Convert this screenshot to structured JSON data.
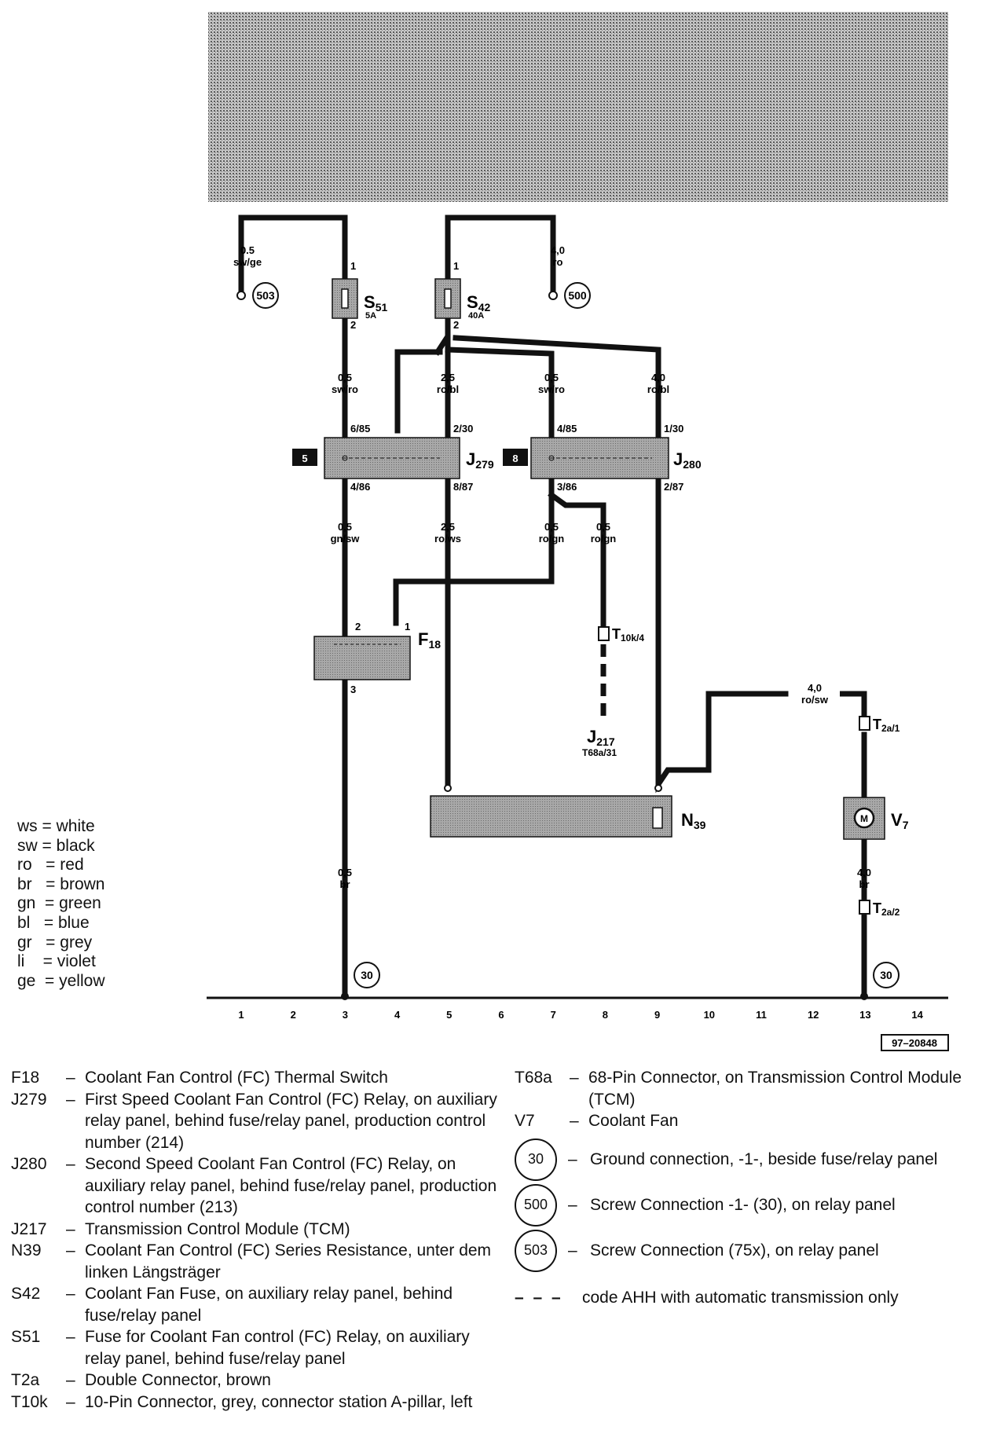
{
  "diagram": {
    "ref_number": "97–20848",
    "column_numbers": [
      "1",
      "2",
      "3",
      "4",
      "5",
      "6",
      "7",
      "8",
      "9",
      "10",
      "11",
      "12",
      "13",
      "14"
    ],
    "wire_labels": [
      {
        "gauge": "0.5",
        "color": "sw/ge"
      },
      {
        "gauge": "4,0",
        "color": "ro"
      },
      {
        "gauge": "0,5",
        "color": "sw/ro"
      },
      {
        "gauge": "2,5",
        "color": "ro/bl"
      },
      {
        "gauge": "0,5",
        "color": "sw/ro"
      },
      {
        "gauge": "4,0",
        "color": "ro/bl"
      },
      {
        "gauge": "0,5",
        "color": "gn/sw"
      },
      {
        "gauge": "2,5",
        "color": "ro/ws"
      },
      {
        "gauge": "0,5",
        "color": "ro/gn"
      },
      {
        "gauge": "0,5",
        "color": "ro/gn"
      },
      {
        "gauge": "4,0",
        "color": "ro/sw"
      },
      {
        "gauge": "4,0",
        "color": "ro/sw"
      },
      {
        "gauge": "0,5",
        "color": "br"
      },
      {
        "gauge": "4,0",
        "color": "br"
      }
    ],
    "components": {
      "S51": {
        "label": "S",
        "sub": "51",
        "rating": "5A"
      },
      "S42": {
        "label": "S",
        "sub": "42",
        "rating": "40A"
      },
      "J279": {
        "label": "J",
        "sub": "279",
        "badge": "5"
      },
      "J280": {
        "label": "J",
        "sub": "280",
        "badge": "8"
      },
      "F18": {
        "label": "F",
        "sub": "18"
      },
      "N39": {
        "label": "N",
        "sub": "39"
      },
      "V7": {
        "label": "V",
        "sub": "7"
      },
      "J217": {
        "label": "J",
        "sub": "217",
        "pin": "T68a/31"
      },
      "T10k": {
        "label": "T",
        "sub": "10k/4"
      },
      "T2a1": {
        "label": "T",
        "sub": "2a/1"
      },
      "T2a2": {
        "label": "T",
        "sub": "2a/2"
      }
    },
    "pins": {
      "s51_top": "1",
      "s51_bot": "2",
      "s42_top": "1",
      "s42_bot": "2",
      "j279_6": "6/85",
      "j279_2": "2/30",
      "j279_4": "4/86",
      "j279_8": "8/87",
      "j280_4": "4/85",
      "j280_1": "1/30",
      "j280_3": "3/86",
      "j280_2": "2/87",
      "f18_2": "2",
      "f18_1": "1",
      "f18_3": "3"
    },
    "ground_circles": {
      "g503": "503",
      "g500": "500",
      "g30a": "30",
      "g30b": "30"
    }
  },
  "color_legend": [
    "ws = white",
    "sw = black",
    "ro   = red",
    "br   = brown",
    "gn  = green",
    "bl   = blue",
    "gr   = grey",
    "li    = violet",
    "ge  = yellow"
  ],
  "legend_left": [
    {
      "code": "F18",
      "text": "Coolant Fan Control (FC) Thermal Switch"
    },
    {
      "code": "J279",
      "text": "First Speed Coolant Fan Control (FC) Relay, on auxiliary relay panel, behind fuse/relay panel, production control number (214)"
    },
    {
      "code": "J280",
      "text": "Second Speed Coolant Fan Control (FC) Relay, on auxiliary relay panel, behind fuse/relay panel, production control number (213)"
    },
    {
      "code": "J217",
      "text": "Transmission Control Module (TCM)"
    },
    {
      "code": "N39",
      "text": "Coolant Fan Control (FC) Series Resistance, unter dem linken Längsträger"
    },
    {
      "code": "S42",
      "text": "Coolant Fan Fuse, on auxiliary relay panel, behind fuse/relay panel"
    },
    {
      "code": "S51",
      "text": "Fuse for Coolant Fan control (FC) Relay, on auxiliary relay panel, behind fuse/relay panel"
    },
    {
      "code": "T2a",
      "text": "Double Connector, brown"
    },
    {
      "code": "T10k",
      "text": "10-Pin Connector, grey, connector station A-pillar, left"
    }
  ],
  "legend_right": [
    {
      "code": "T68a",
      "text": "68-Pin Connector, on Transmission Control Module (TCM)"
    },
    {
      "code": "V7",
      "text": "Coolant Fan"
    }
  ],
  "legend_symbols": [
    {
      "badge": "30",
      "text": "Ground connection, -1-, beside fuse/relay panel"
    },
    {
      "badge": "500",
      "text": "Screw Connection -1- (30), on relay panel"
    },
    {
      "badge": "503",
      "text": "Screw Connection (75x), on relay panel"
    }
  ],
  "legend_dashed": {
    "symbol": "– – –",
    "text": "code AHH with automatic transmission only"
  },
  "colors": {
    "ink": "#111111",
    "component_fill": "#9a9a9a",
    "hatch_fill": "#b5b5b5"
  }
}
